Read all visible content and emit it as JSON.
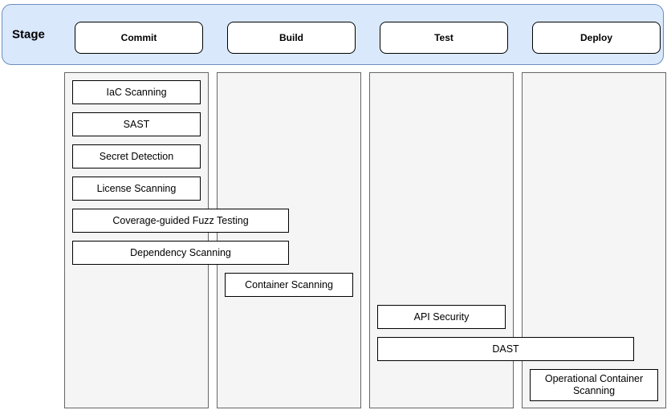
{
  "header": {
    "row_label": "Stage",
    "stages": [
      {
        "label": "Commit"
      },
      {
        "label": "Build"
      },
      {
        "label": "Test"
      },
      {
        "label": "Deploy"
      }
    ]
  },
  "activities": [
    {
      "label": "IaC Scanning",
      "stages": [
        "Commit"
      ]
    },
    {
      "label": "SAST",
      "stages": [
        "Commit"
      ]
    },
    {
      "label": "Secret Detection",
      "stages": [
        "Commit"
      ]
    },
    {
      "label": "License Scanning",
      "stages": [
        "Commit"
      ]
    },
    {
      "label": "Coverage-guided Fuzz Testing",
      "stages": [
        "Commit",
        "Build"
      ]
    },
    {
      "label": "Dependency Scanning",
      "stages": [
        "Commit",
        "Build"
      ]
    },
    {
      "label": "Container Scanning",
      "stages": [
        "Build"
      ]
    },
    {
      "label": "API Security",
      "stages": [
        "Test"
      ]
    },
    {
      "label": "DAST",
      "stages": [
        "Test",
        "Deploy"
      ]
    },
    {
      "label": "Operational Container Scanning",
      "stages": [
        "Deploy"
      ]
    }
  ],
  "colors": {
    "stage_bar_fill": "#dae8fc",
    "stage_bar_border": "#6c8ebf",
    "lane_fill": "#f5f5f5",
    "lane_border": "#666666",
    "box_fill": "#ffffff",
    "box_border": "#000000"
  }
}
